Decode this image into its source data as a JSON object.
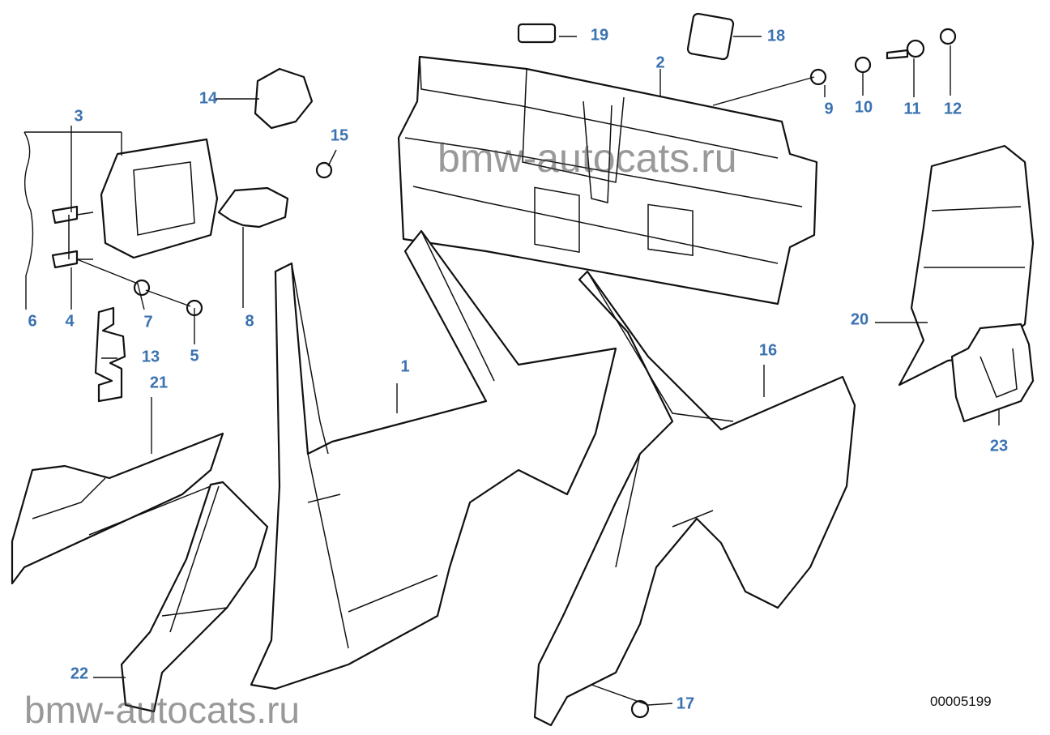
{
  "watermark": {
    "top": "bmw-autocats.ru",
    "bottom": "bmw-autocats.ru"
  },
  "diagram_code": "00005199",
  "callouts": [
    "1",
    "2",
    "3",
    "4",
    "5",
    "6",
    "7",
    "8",
    "9",
    "10",
    "11",
    "12",
    "13",
    "14",
    "15",
    "16",
    "17",
    "18",
    "19",
    "20",
    "21",
    "22",
    "23"
  ],
  "colors": {
    "callout": "#3b72b0",
    "line": "#111111"
  }
}
